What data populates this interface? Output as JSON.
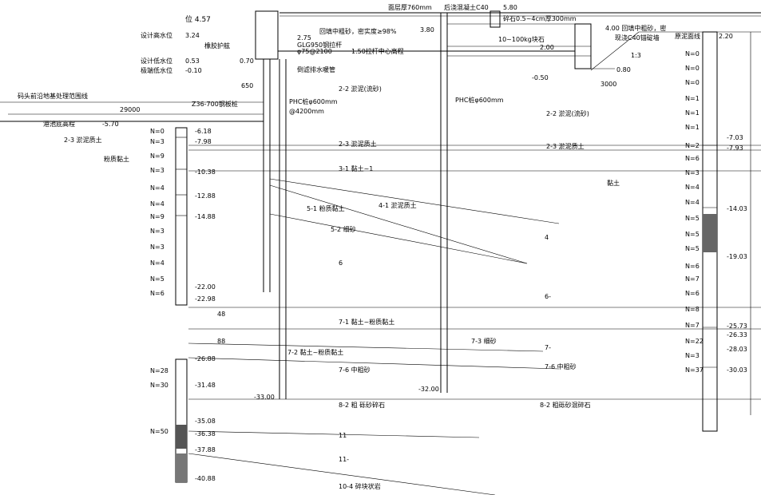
{
  "top_labels": {
    "elev_457": "位 4.57",
    "design_high": "设计高水位",
    "elev_324": "3.24",
    "rubber_fender": "橡胶护舷",
    "design_low": "设计低水位",
    "elev_053": "0.53",
    "extreme_low": "极端低水位",
    "elev_m010": "-0.10",
    "elev_070": "0.70",
    "elev_275": "2.75",
    "tie_rod": "GLG950钢拉杆",
    "tie_spec": "φ75@2100",
    "elev_150": "1.50拉杆中心高程",
    "drain_pipe": "倒滤排水暖管",
    "backfill": "回填中粗砂，密实度≥98%",
    "slab": "面层厚760mm",
    "concrete": "后浇混凝土C40",
    "elev_580": "5.80",
    "elev_380": "3.80",
    "fill_thick": "碎石0.5~4cm厚300mm",
    "elev_400": "4.00 回填中粗砂，密",
    "pile_cap": "现浇C40锚碇墙",
    "stone": "10~100kg块石",
    "elev_200": "2.00",
    "elev_m050": "-0.50",
    "elev_080": "0.80",
    "d3000": "3000",
    "slope": "1:3",
    "elev_right_top": "2.20",
    "right_top_label": "原泥面线",
    "d650": "650",
    "sheet_pile": "Z36-700钢板桩",
    "phc1": "PHC桩φ600mm",
    "phc1_spacing": "@4200mm",
    "phc2": "PHC桩φ600mm",
    "front_line": "码头前沿地基处理范围线",
    "d29000": "29000",
    "dredge": "港池底高程",
    "elev_m570": "-5.70"
  },
  "soil_layers": {
    "l22a": "2-2 淤泥(流砂)",
    "l22b": "2-2 淤泥(流砂)",
    "l23a": "2-3 淤泥质土",
    "l23b": "2-3 淤泥质土",
    "l31": "3-1 黏土~1",
    "l51": "5-1 粉质黏土",
    "l41": "4-1 淤泥质土",
    "l52": "5-2 细砂",
    "l6a": "6",
    "l4r": "4",
    "l6r": "6-",
    "clay_r": "黏土",
    "l71": "7-1 黏土~粉质黏土",
    "l73": "7-3 细砂",
    "l7r": "7-",
    "l72": "7-2 黏土~粉质黏土",
    "l76": "7-6 中粗砂",
    "l7mid": "7-6 中粗砂",
    "l82": "8-2 粗  砾砂碎石",
    "l82r": "8-2 粗砾砂混碎石",
    "l11a": "11",
    "l11b": "11-",
    "l104": "10-4 碎块状岩",
    "l48": "48",
    "l88": "88",
    "silt_clay_left": "粉质黏土",
    "l23left": "2-3 淤泥质土"
  },
  "left_bore": {
    "n_values": [
      "N=0",
      "N=3",
      "N=9",
      "N=3",
      "N=4",
      "N=4",
      "N=9",
      "N=3",
      "N=3",
      "N=4",
      "N=5",
      "N=6"
    ],
    "elevs": [
      "-6.18",
      "-7.98",
      "-10.38",
      "-12.88",
      "-14.88",
      "-22.00",
      "-22.98"
    ],
    "n_lower": [
      "N=28",
      "N=30",
      "N=50"
    ],
    "elevs_lower": [
      "-26.88",
      "-31.48",
      "-35.08",
      "-36.38",
      "-37.88",
      "-40.88"
    ]
  },
  "pile_tips": {
    "sheet_tip": "-33.00",
    "phc_tip": "-32.00"
  },
  "right_bore": {
    "n_values": [
      "N=0",
      "N=0",
      "N=0",
      "N=1",
      "N=1",
      "N=1",
      "N=2",
      "N=6",
      "N=3",
      "N=4",
      "N=4",
      "N=5",
      "N=5",
      "N=5",
      "N=6",
      "N=7",
      "N=6",
      "N=8",
      "N=7",
      "N=22",
      "N=3",
      "N=37"
    ],
    "elevs": [
      "-7.03",
      "-7.93",
      "-14.03",
      "-19.03",
      "-25.73",
      "-26.33",
      "-28.03",
      "-30.03"
    ]
  }
}
